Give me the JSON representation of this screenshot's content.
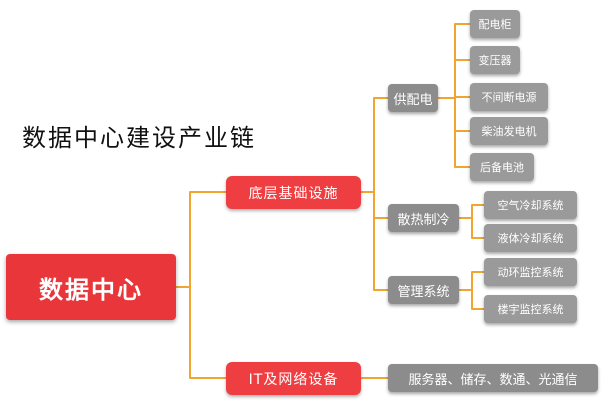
{
  "title": "数据中心建设产业链",
  "root": "数据中心",
  "branches": [
    {
      "label": "底层基础设施",
      "children": [
        {
          "label": "供配电",
          "items": [
            "配电柜",
            "变压器",
            "不间断电源",
            "柴油发电机",
            "后备电池"
          ]
        },
        {
          "label": "散热制冷",
          "items": [
            "空气冷却系统",
            "液体冷却系统"
          ]
        },
        {
          "label": "管理系统",
          "items": [
            "动环监控系统",
            "楼宇监控系统"
          ]
        }
      ]
    },
    {
      "label": "IT及网络设备",
      "children": [
        {
          "label": "服务器、储存、数通、光通信",
          "items": []
        }
      ]
    }
  ],
  "colors": {
    "connector": "#f0a531",
    "root": "#e9363b",
    "level1": "#ef3e41",
    "level2": "#8c8c8c",
    "level3": "#9a9a9a"
  }
}
